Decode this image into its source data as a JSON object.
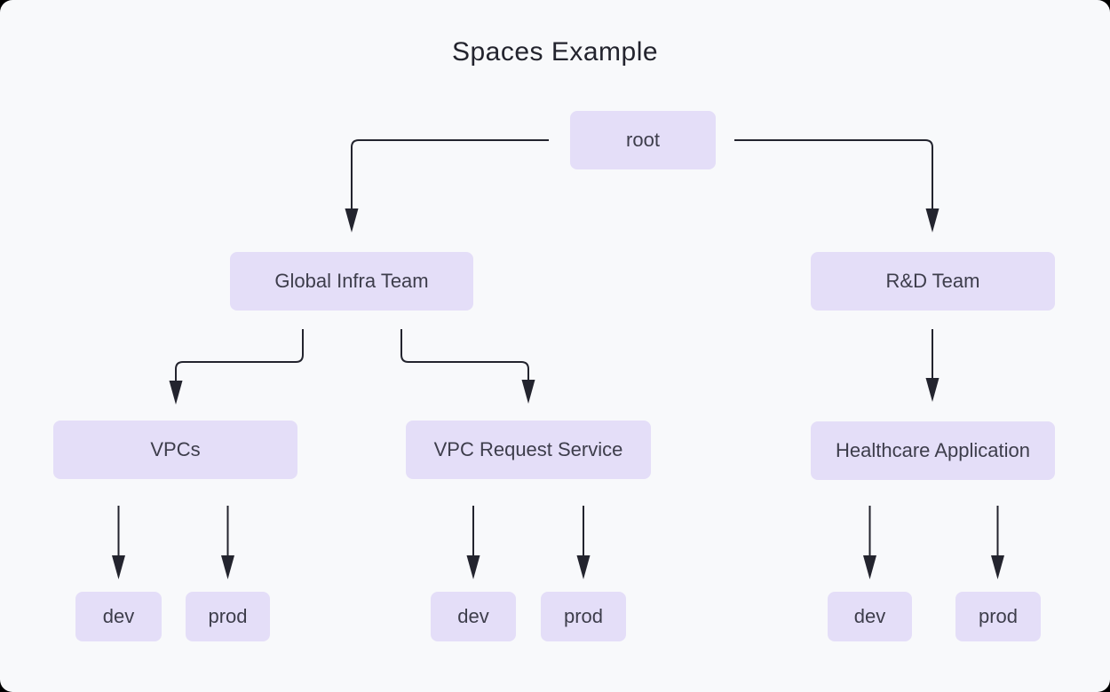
{
  "title": "Spaces Example",
  "colors": {
    "page_bg": "#000000",
    "canvas_bg": "#f8f9fb",
    "node_fill": "#e4def8",
    "node_text": "#3d3d4b",
    "title_text": "#23242e",
    "edge": "#23242e"
  },
  "nodes": {
    "root": {
      "label": "root"
    },
    "global_infra_team": {
      "label": "Global Infra Team"
    },
    "rd_team": {
      "label": "R&D Team"
    },
    "vpcs": {
      "label": "VPCs"
    },
    "vpc_request_service": {
      "label": "VPC Request Service"
    },
    "healthcare_application": {
      "label": "Healthcare Application"
    },
    "vpcs_dev": {
      "label": "dev"
    },
    "vpcs_prod": {
      "label": "prod"
    },
    "vpc_request_service_dev": {
      "label": "dev"
    },
    "vpc_request_service_prod": {
      "label": "prod"
    },
    "healthcare_application_dev": {
      "label": "dev"
    },
    "healthcare_application_prod": {
      "label": "prod"
    }
  },
  "edges": [
    {
      "from": "root",
      "to": "global_infra_team"
    },
    {
      "from": "root",
      "to": "rd_team"
    },
    {
      "from": "global_infra_team",
      "to": "vpcs"
    },
    {
      "from": "global_infra_team",
      "to": "vpc_request_service"
    },
    {
      "from": "rd_team",
      "to": "healthcare_application"
    },
    {
      "from": "vpcs",
      "to": "vpcs_dev"
    },
    {
      "from": "vpcs",
      "to": "vpcs_prod"
    },
    {
      "from": "vpc_request_service",
      "to": "vpc_request_service_dev"
    },
    {
      "from": "vpc_request_service",
      "to": "vpc_request_service_prod"
    },
    {
      "from": "healthcare_application",
      "to": "healthcare_application_dev"
    },
    {
      "from": "healthcare_application",
      "to": "healthcare_application_prod"
    }
  ]
}
